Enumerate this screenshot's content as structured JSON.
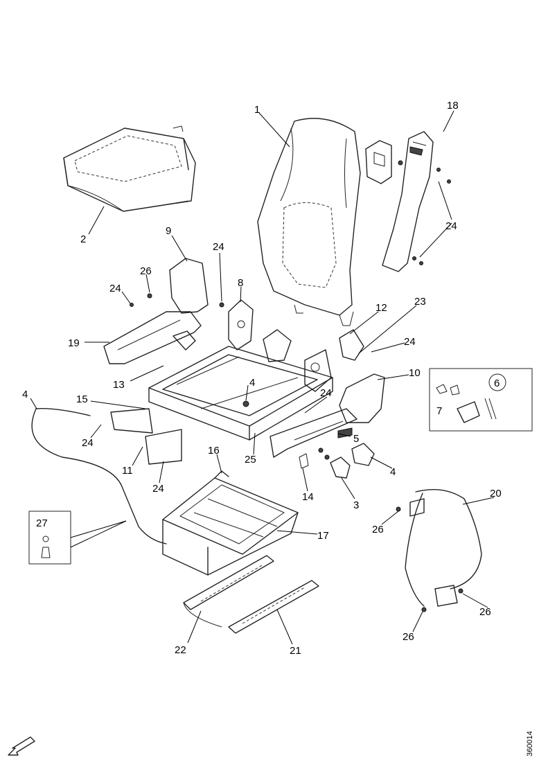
{
  "diagram": {
    "ref_code": "360014",
    "callouts": [
      {
        "id": "c1",
        "text": "1"
      },
      {
        "id": "c2",
        "text": "2"
      },
      {
        "id": "c3",
        "text": "3"
      },
      {
        "id": "c4a",
        "text": "4"
      },
      {
        "id": "c4b",
        "text": "4"
      },
      {
        "id": "c4c",
        "text": "4"
      },
      {
        "id": "c5",
        "text": "5"
      },
      {
        "id": "c6",
        "text": "6"
      },
      {
        "id": "c7",
        "text": "7"
      },
      {
        "id": "c8",
        "text": "8"
      },
      {
        "id": "c9",
        "text": "9"
      },
      {
        "id": "c10",
        "text": "10"
      },
      {
        "id": "c11",
        "text": "11"
      },
      {
        "id": "c12",
        "text": "12"
      },
      {
        "id": "c13",
        "text": "13"
      },
      {
        "id": "c14",
        "text": "14"
      },
      {
        "id": "c15",
        "text": "15"
      },
      {
        "id": "c16",
        "text": "16"
      },
      {
        "id": "c17",
        "text": "17"
      },
      {
        "id": "c18",
        "text": "18"
      },
      {
        "id": "c19",
        "text": "19"
      },
      {
        "id": "c20",
        "text": "20"
      },
      {
        "id": "c21",
        "text": "21"
      },
      {
        "id": "c22",
        "text": "22"
      },
      {
        "id": "c23",
        "text": "23"
      },
      {
        "id": "c24a",
        "text": "24"
      },
      {
        "id": "c24b",
        "text": "24"
      },
      {
        "id": "c24c",
        "text": "24"
      },
      {
        "id": "c24d",
        "text": "24"
      },
      {
        "id": "c24e",
        "text": "24"
      },
      {
        "id": "c24f",
        "text": "24"
      },
      {
        "id": "c24g",
        "text": "24"
      },
      {
        "id": "c24h",
        "text": "24"
      },
      {
        "id": "c25",
        "text": "25"
      },
      {
        "id": "c26a",
        "text": "26"
      },
      {
        "id": "c26b",
        "text": "26"
      },
      {
        "id": "c26c",
        "text": "26"
      },
      {
        "id": "c26d",
        "text": "26"
      },
      {
        "id": "c27",
        "text": "27"
      }
    ],
    "icons": {
      "direction_arrow": "arrow-down-left-icon"
    }
  }
}
